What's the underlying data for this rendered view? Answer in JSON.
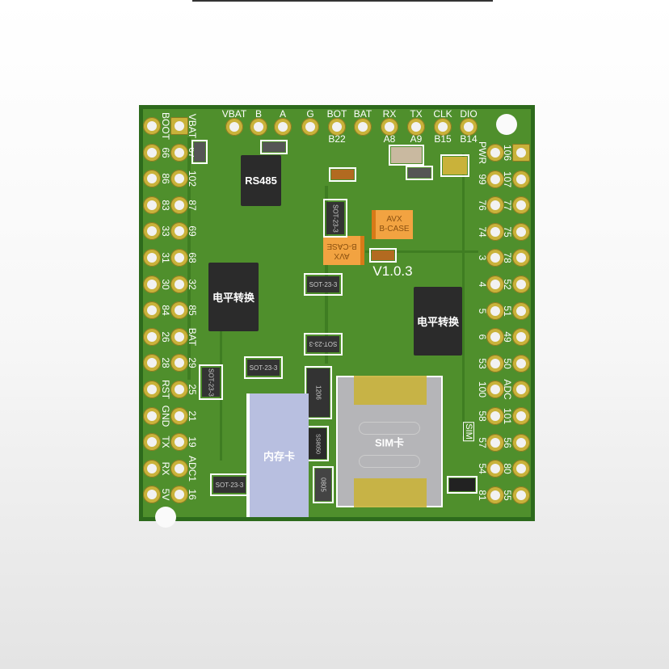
{
  "board": {
    "version": "V1.0.3",
    "colors": {
      "pcb": "#4f8f2c",
      "pad": "#c9b23a",
      "silk": "#ffffff",
      "chip": "#2b2b2b",
      "capacitor": "#f2a341",
      "card_holder": "#b8bfe0",
      "sim_holder": "#b5b5b8"
    },
    "top_pins": [
      {
        "label": "VBAT",
        "sub": ""
      },
      {
        "label": "B",
        "sub": ""
      },
      {
        "label": "A",
        "sub": ""
      },
      {
        "label": "G",
        "sub": ""
      },
      {
        "label": "BOT",
        "sub": "B22"
      },
      {
        "label": "BAT",
        "sub": ""
      },
      {
        "label": "RX",
        "sub": "A8"
      },
      {
        "label": "TX",
        "sub": "A9"
      },
      {
        "label": "CLK",
        "sub": "B15"
      },
      {
        "label": "DIO",
        "sub": "B14"
      }
    ],
    "left_outer_labels": [
      "BOOT",
      "66",
      "86",
      "83",
      "33",
      "31",
      "30",
      "84",
      "26",
      "28",
      "RST",
      "GND",
      "TX",
      "RX",
      "5V"
    ],
    "left_inner_labels": [
      "VBAT",
      "67",
      "102",
      "87",
      "69",
      "68",
      "32",
      "85",
      "BAT",
      "29",
      "25",
      "21",
      "19",
      "ADC1",
      "16"
    ],
    "right_inner_labels": [
      "PWR",
      "99",
      "76",
      "74",
      "3",
      "4",
      "5",
      "6",
      "53",
      "100",
      "58",
      "57",
      "54",
      "81"
    ],
    "right_outer_labels": [
      "106",
      "107",
      "77",
      "75",
      "78",
      "52",
      "51",
      "49",
      "50",
      "ADC",
      "101",
      "56",
      "80",
      "55"
    ],
    "chips": {
      "rs485": "RS485",
      "level_shift_left": "电平转换",
      "level_shift_right": "电平转换"
    },
    "sot_label": "SOT-23-3",
    "caps": {
      "line1": "AVX",
      "line2": "B-CASE"
    },
    "memory_card": "内存卡",
    "sim_card": "SIM卡",
    "sim_marker": "SIM",
    "parts": {
      "r1206": "1206",
      "r0805": "0805",
      "diode": "SS8050"
    }
  }
}
